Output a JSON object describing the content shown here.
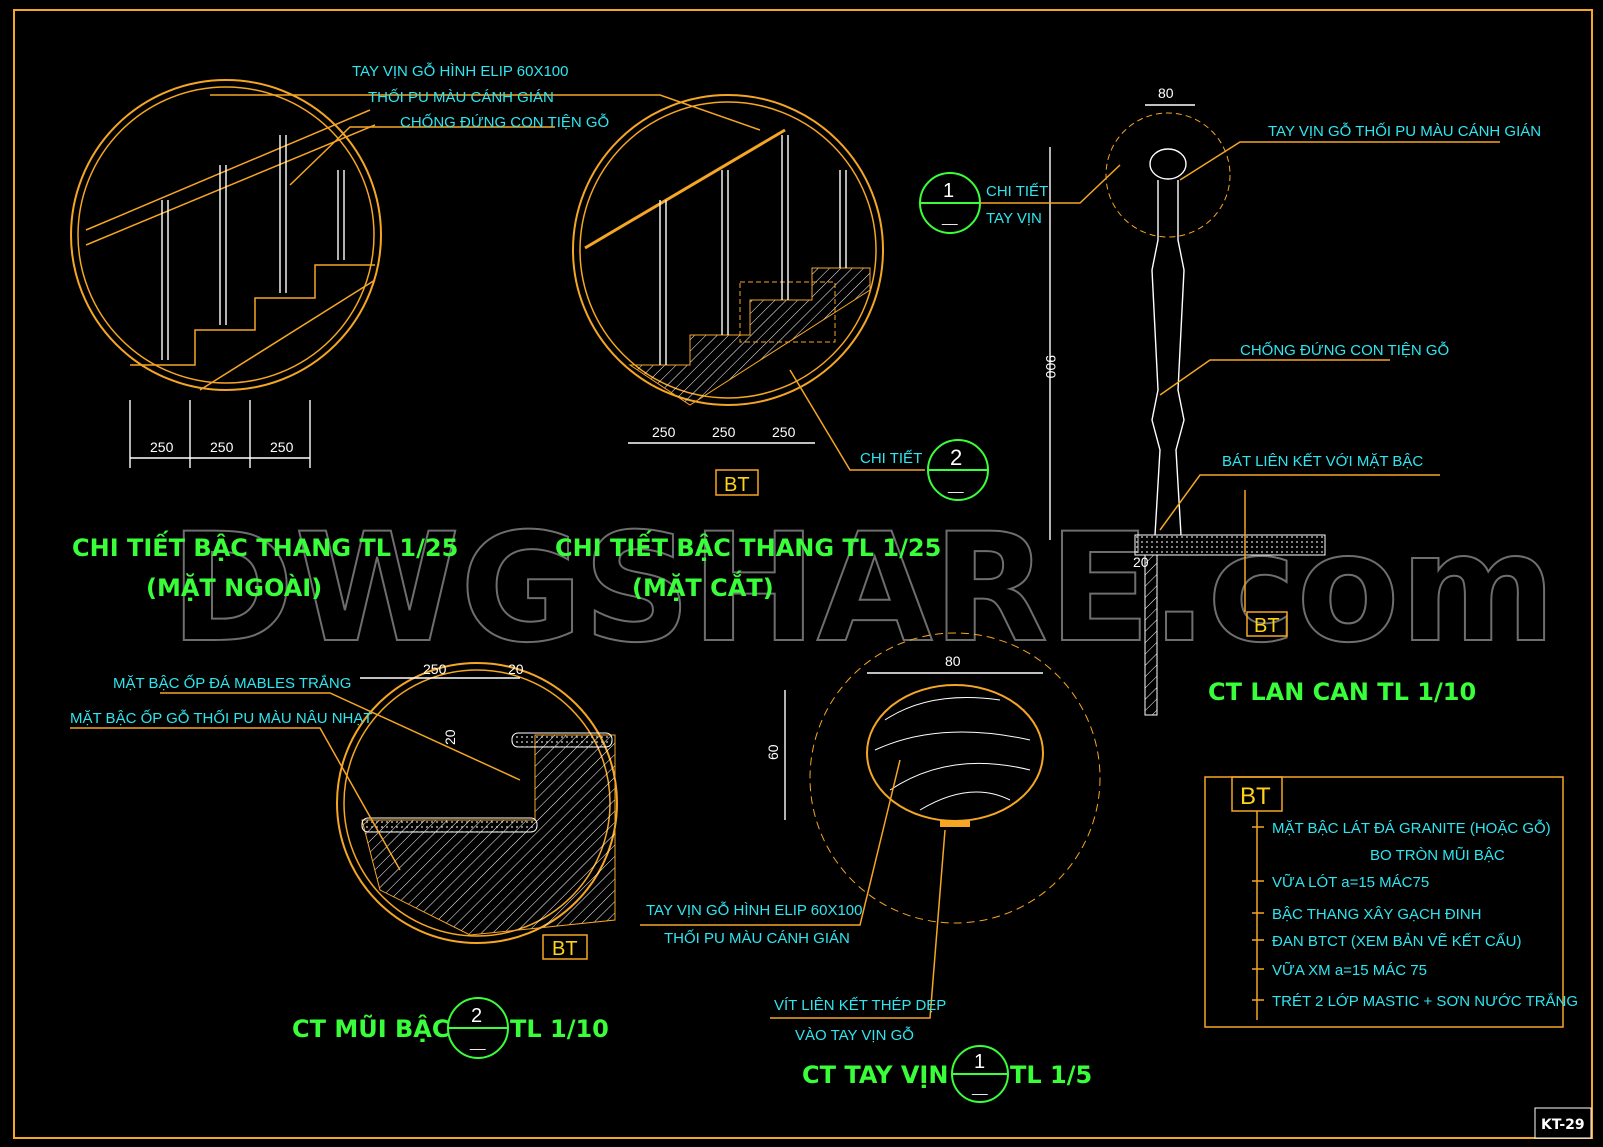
{
  "sheet_id": "KT-29",
  "watermark": "DWGSHARE.com",
  "detail_outside": {
    "labels": [
      "TAY VỊN GỖ HÌNH ELIP 60X100",
      "THỐI PU MÀU CÁNH GIÁN",
      "CHỐNG ĐỨNG CON TIỆN GỖ"
    ],
    "dims": [
      "250",
      "250",
      "250"
    ],
    "title": "CHI TIẾT BẬC THANG TL 1/25",
    "subtitle": "(MẶT NGOÀI)"
  },
  "detail_section": {
    "dims": [
      "250",
      "250",
      "250"
    ],
    "callout_label": "CHI TIẾT",
    "callout_number": "2",
    "callout_sub": "__",
    "tag": "BT",
    "title": "CHI TIẾT BẬC THANG  TL 1/25",
    "subtitle": "(MẶT CẮT)"
  },
  "railing": {
    "dim_top": "80",
    "dim_height": "900",
    "dim_small": "20",
    "label_handrail": "TAY VỊN GỖ THỐI PU MÀU CÁNH GIÁN",
    "callout_number": "1",
    "callout_sub": "__",
    "callout_line1": "CHI TIẾT",
    "callout_line2": "TAY VỊN",
    "label_baluster": "CHỐNG ĐỨNG CON TIỆN GỖ",
    "label_bracket": "BÁT LIÊN KẾT VỚI MẶT BẬC",
    "tag": "BT",
    "title": "CT LAN CAN TL 1/10"
  },
  "nosing": {
    "label_stone": "MẶT BẬC ỐP ĐÁ MABLES TRẮNG",
    "label_wood": "MẶT BẬC ỐP GỖ THỐI PU MÀU NÂU NHẠT",
    "dim_tread": "250",
    "dim_nose": "20",
    "dim_thick": "20",
    "tag": "BT",
    "title_prefix": "CT MŨI BẬC",
    "callout_number": "2",
    "callout_sub": "__",
    "title_suffix": "TL 1/10"
  },
  "handrail": {
    "dim_width": "80",
    "dim_height": "60",
    "label1": "TAY VỊN GỖ HÌNH ELIP 60X100",
    "label2": "THỐI PU MÀU CÁNH GIÁN",
    "label3": "VÍT LIÊN KẾT THÉP DẸP",
    "label4": "VÀO TAY VỊN GỖ",
    "title_prefix": "CT TAY VỊN",
    "callout_number": "1",
    "callout_sub": "__",
    "title_suffix": "TL 1/5"
  },
  "legend": {
    "tag": "BT",
    "items": [
      "MẶT BẬC LÁT ĐÁ GRANITE (HOẶC GỖ)",
      "BO TRÒN MŨI BẬC",
      "VỮA LÓT a=15 MÁC75",
      "BẬC THANG XÂY GẠCH ĐINH",
      "ĐAN BTCT (XEM BẢN VẼ KẾT CẤU)",
      "VỮA XM a=15 MÁC 75",
      "TRÉT 2 LỚP MASTIC + SƠN NƯỚC TRẮNG"
    ]
  }
}
